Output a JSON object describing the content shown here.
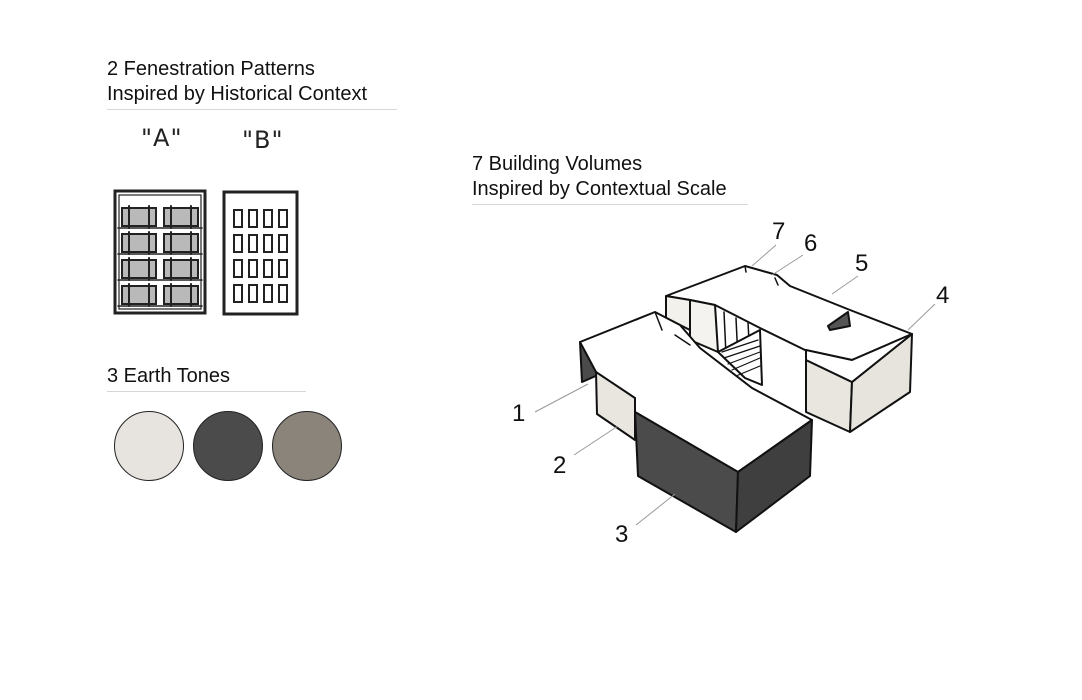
{
  "fenestration": {
    "heading_line1": "2 Fenestration Patterns",
    "heading_line2": "Inspired by Historical Context",
    "pattern_a_label": "\"A\"",
    "pattern_b_label": "\"B\""
  },
  "earth_tones": {
    "heading": "3 Earth Tones",
    "swatches": [
      {
        "color": "#e7e4df"
      },
      {
        "color": "#4b4b4b"
      },
      {
        "color": "#8a847b"
      }
    ]
  },
  "volumes": {
    "heading_line1": "7 Building Volumes",
    "heading_line2": "Inspired by Contextual Scale",
    "labels": [
      "1",
      "2",
      "3",
      "4",
      "5",
      "6",
      "7"
    ]
  }
}
